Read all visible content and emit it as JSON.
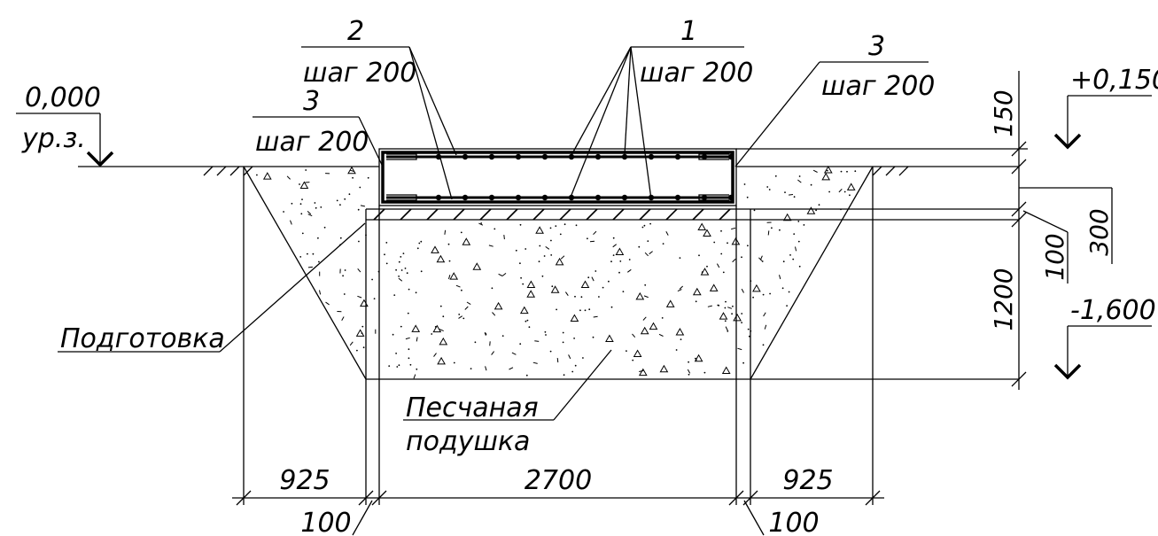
{
  "levels": {
    "ground_value": "0,000",
    "ground_caption": "ур.з.",
    "top_value": "+0,150",
    "bottom_value": "-1,600"
  },
  "callouts": {
    "pos_1": {
      "number": "1",
      "step": "шаг 200"
    },
    "pos_2": {
      "number": "2",
      "step": "шаг 200"
    },
    "pos_3_left": {
      "number": "3",
      "step": "шаг 200"
    },
    "pos_3_right": {
      "number": "3",
      "step": "шаг 200"
    }
  },
  "labels": {
    "preparation": "Подготовка",
    "sand_cushion_line1": "Песчаная",
    "sand_cushion_line2": "подушка"
  },
  "dimensions": {
    "vertical": {
      "d150": "150",
      "d300": "300",
      "d100": "100",
      "d1200": "1200"
    },
    "horizontal": {
      "left925": "925",
      "mid2700": "2700",
      "right925": "925",
      "left100": "100",
      "right100": "100"
    }
  }
}
